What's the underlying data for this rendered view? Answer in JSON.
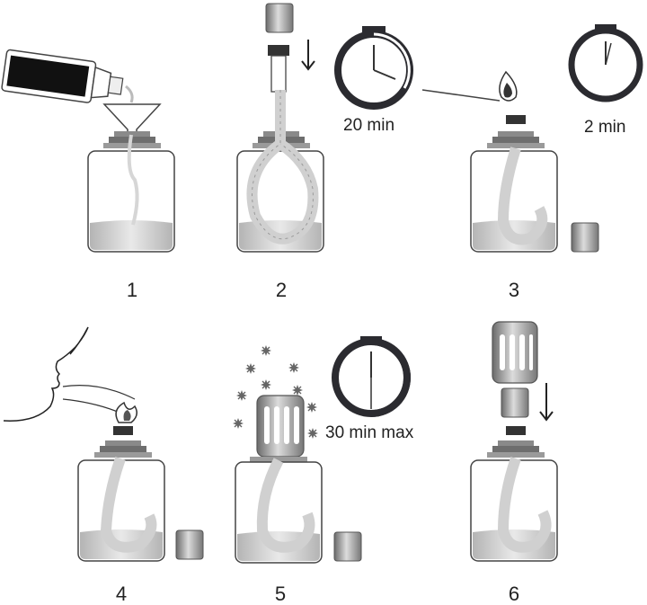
{
  "steps": [
    {
      "number": "1"
    },
    {
      "number": "2",
      "timer_label": "20 min"
    },
    {
      "number": "3",
      "timer_label": "2 min"
    },
    {
      "number": "4"
    },
    {
      "number": "5",
      "timer_label": "30 min max"
    },
    {
      "number": "6"
    }
  ],
  "colors": {
    "glass_stroke": "#444444",
    "liquid": "#c9c9c9",
    "collar": "#6e6e6e",
    "wick": "#d4d4d4",
    "timer_ring": "#2b2b30",
    "ink": "#222222"
  },
  "icons": [
    "bottle-pour-icon",
    "funnel-icon",
    "cap-icon",
    "down-arrow-icon",
    "stopwatch-icon",
    "match-flame-icon",
    "face-blow-icon",
    "flame-icon",
    "sparkle-icon",
    "lamp-diffuser-icon"
  ]
}
